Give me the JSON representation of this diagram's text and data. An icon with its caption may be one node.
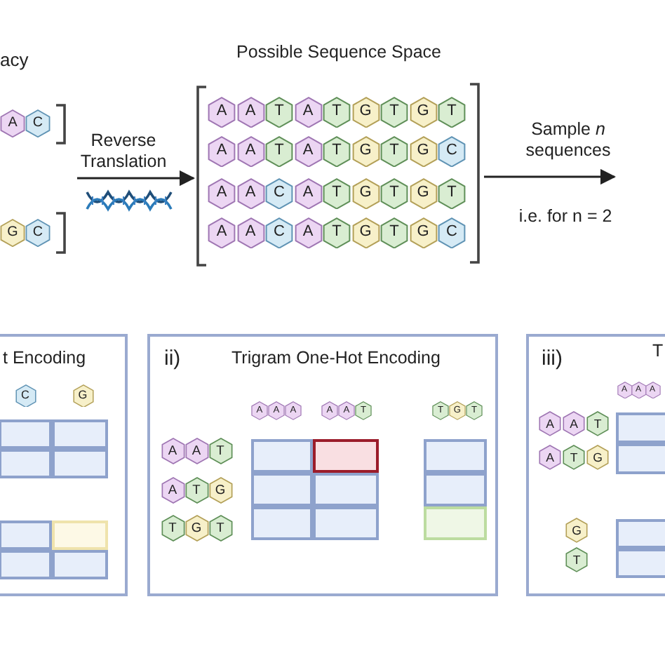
{
  "diagram": {
    "nodes": [
      {
        "text": [
          "A"
        ]
      },
      {
        "text": [
          "C"
        ]
      },
      {
        "text": [
          "G"
        ]
      },
      {
        "text": [
          "C"
        ]
      },
      {
        "text": [
          "Possible Sequence Space"
        ]
      },
      {
        "text": [
          "A"
        ],
        "in": 4
      },
      {
        "text": [
          "A"
        ],
        "in": 4
      },
      {
        "text": [
          "T"
        ],
        "in": 4
      },
      {
        "text": [
          "A"
        ],
        "in": 4
      },
      {
        "text": [
          "T"
        ],
        "in": 4
      },
      {
        "text": [
          "G"
        ],
        "in": 4
      },
      {
        "text": [
          "T"
        ],
        "in": 4
      },
      {
        "text": [
          "G"
        ],
        "in": 4
      },
      {
        "text": [
          "T"
        ],
        "in": 4
      },
      {
        "text": [
          "A"
        ],
        "in": 4
      },
      {
        "text": [
          "A"
        ],
        "in": 4
      },
      {
        "text": [
          "T"
        ],
        "in": 4
      },
      {
        "text": [
          "A"
        ],
        "in": 4
      },
      {
        "text": [
          "T"
        ],
        "in": 4
      },
      {
        "text": [
          "G"
        ],
        "in": 4
      },
      {
        "text": [
          "T"
        ],
        "in": 4
      },
      {
        "text": [
          "G"
        ],
        "in": 4
      },
      {
        "text": [
          "C"
        ],
        "in": 4
      },
      {
        "text": [
          "A"
        ],
        "in": 4
      },
      {
        "text": [
          "A"
        ],
        "in": 4
      },
      {
        "text": [
          "C"
        ],
        "in": 4
      },
      {
        "text": [
          "A"
        ],
        "in": 4
      },
      {
        "text": [
          "T"
        ],
        "in": 4
      },
      {
        "text": [
          "G"
        ],
        "in": 4
      },
      {
        "text": [
          "T"
        ],
        "in": 4
      },
      {
        "text": [
          "G"
        ],
        "in": 4
      },
      {
        "text": [
          "T"
        ],
        "in": 4
      },
      {
        "text": [
          "A"
        ],
        "in": 4
      },
      {
        "text": [
          "A"
        ],
        "in": 4
      },
      {
        "text": [
          "C"
        ],
        "in": 4
      },
      {
        "text": [
          "A"
        ],
        "in": 4
      },
      {
        "text": [
          "T"
        ],
        "in": 4
      },
      {
        "text": [
          "G"
        ],
        "in": 4
      },
      {
        "text": [
          "T"
        ],
        "in": 4
      },
      {
        "text": [
          "G"
        ],
        "in": 4
      },
      {
        "text": [
          "C"
        ],
        "in": 4
      },
      {
        "text": [
          "t Encoding"
        ]
      },
      {
        "text": [
          "C"
        ],
        "in": 41
      },
      {
        "text": [
          "G"
        ],
        "in": 41
      },
      {
        "text": [
          "ii)",
          "Trigram One-Hot Encoding"
        ]
      },
      {
        "text": [
          "A"
        ],
        "in": 44
      },
      {
        "text": [
          "A"
        ],
        "in": 44
      },
      {
        "text": [
          "A"
        ],
        "in": 44
      },
      {
        "text": [
          "A"
        ],
        "in": 44
      },
      {
        "text": [
          "A"
        ],
        "in": 44
      },
      {
        "text": [
          "T"
        ],
        "in": 44
      },
      {
        "text": [
          "T"
        ],
        "in": 44
      },
      {
        "text": [
          "G"
        ],
        "in": 44
      },
      {
        "text": [
          "T"
        ],
        "in": 44
      },
      {
        "text": [
          "A"
        ],
        "in": 44
      },
      {
        "text": [
          "A"
        ],
        "in": 44
      },
      {
        "text": [
          "T"
        ],
        "in": 44
      },
      {
        "text": [
          "A"
        ],
        "in": 44
      },
      {
        "text": [
          "T"
        ],
        "in": 44
      },
      {
        "text": [
          "G"
        ],
        "in": 44
      },
      {
        "text": [
          "T"
        ],
        "in": 44
      },
      {
        "text": [
          "G"
        ],
        "in": 44
      },
      {
        "text": [
          "T"
        ],
        "in": 44
      },
      {
        "text": [
          "iii)",
          "T"
        ]
      },
      {
        "text": [
          "A"
        ],
        "in": 63
      },
      {
        "text": [
          "A"
        ],
        "in": 63
      },
      {
        "text": [
          "A"
        ],
        "in": 63
      },
      {
        "text": [
          "A"
        ],
        "in": 63
      },
      {
        "text": [
          "A"
        ],
        "in": 63
      },
      {
        "text": [
          "T"
        ],
        "in": 63
      },
      {
        "text": [
          "A"
        ],
        "in": 63
      },
      {
        "text": [
          "T"
        ],
        "in": 63
      },
      {
        "text": [
          "G"
        ],
        "in": 63
      },
      {
        "text": [
          "G"
        ],
        "in": 63
      },
      {
        "text": [
          "T"
        ],
        "in": 63
      }
    ],
    "edges": [
      {
        "from": null,
        "to": 4,
        "arrow": "to",
        "label": "Reverse Translation"
      },
      {
        "from": 4,
        "to": null,
        "arrow": "to",
        "label": "Sample *n* sequences"
      }
    ],
    "labels": [
      "acy",
      "i.e. for n = 2"
    ]
  }
}
